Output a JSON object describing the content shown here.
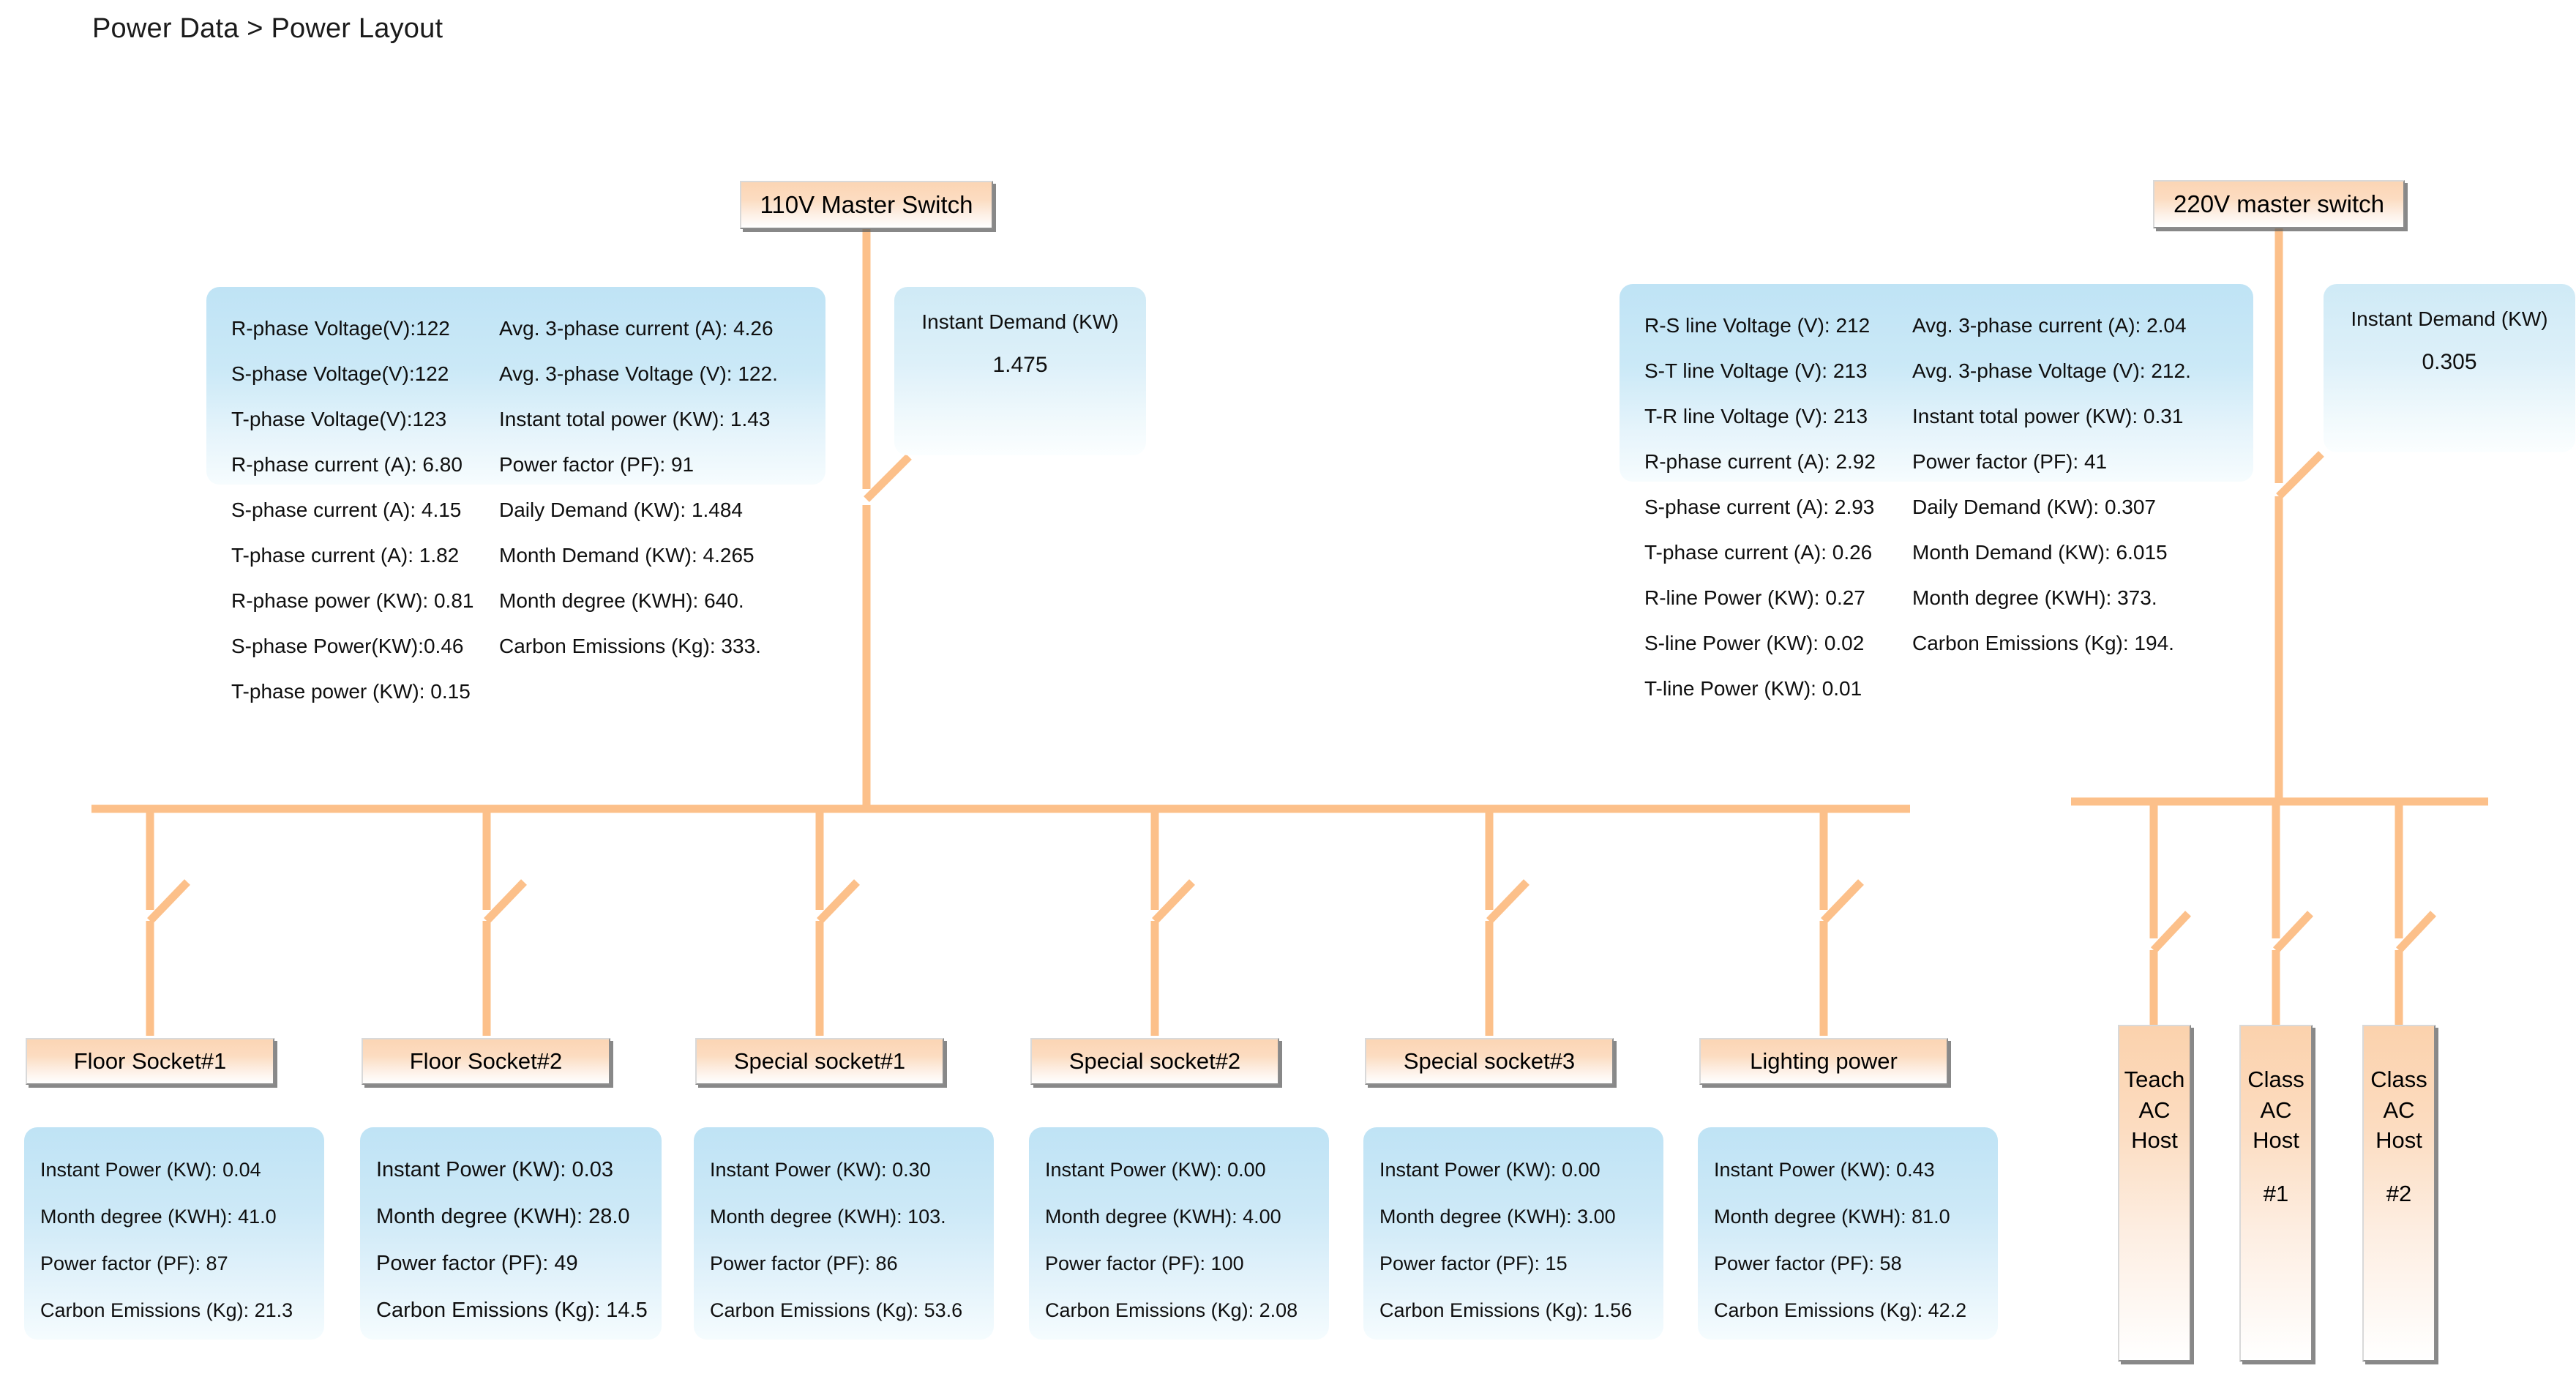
{
  "breadcrumb": "Power Data > Power Layout",
  "colors": {
    "wire": "#fcc08a",
    "node_fill": "#fbd5b4",
    "panel_fill": "#bfe3f5",
    "text": "#0f0f0f"
  },
  "masters": [
    {
      "id": "master-110v",
      "label": "110V Master Switch",
      "metrics_left": [
        "R-phase Voltage(V):122",
        "S-phase Voltage(V):122",
        "T-phase Voltage(V):123",
        "R-phase current (A): 6.80",
        "S-phase current (A): 4.15",
        "T-phase current (A): 1.82",
        "R-phase power (KW): 0.81",
        "S-phase Power(KW):0.46",
        "T-phase power (KW): 0.15"
      ],
      "metrics_right": [
        "Avg. 3-phase current (A): 4.26",
        "Avg. 3-phase Voltage (V): 122.",
        "Instant total power (KW): 1.43",
        "Power factor (PF): 91",
        "Daily Demand (KW): 1.484",
        "Month Demand (KW): 4.265",
        "Month degree (KWH): 640.",
        "Carbon Emissions (Kg): 333."
      ],
      "demand_label": "Instant Demand (KW)",
      "demand_value": "1.475"
    },
    {
      "id": "master-220v",
      "label": "220V master switch",
      "metrics_left": [
        "R-S line Voltage (V): 212",
        "S-T line Voltage (V): 213",
        "T-R line Voltage (V): 213",
        "R-phase current (A): 2.92",
        "S-phase current (A): 2.93",
        "T-phase current (A): 0.26",
        "R-line Power (KW): 0.27",
        "S-line Power (KW): 0.02",
        "T-line Power (KW): 0.01"
      ],
      "metrics_right": [
        "Avg. 3-phase current (A): 2.04",
        "Avg. 3-phase Voltage (V): 212.",
        "Instant total power (KW): 0.31",
        "Power factor (PF): 41",
        "Daily Demand (KW): 0.307",
        "Month Demand (KW): 6.015",
        "Month degree (KWH): 373.",
        "Carbon Emissions (Kg): 194."
      ],
      "demand_label": "Instant Demand (KW)",
      "demand_value": "0.305"
    }
  ],
  "branches": [
    {
      "id": "floor-socket-1",
      "label": "Floor Socket#1",
      "emphasis": false,
      "metrics": [
        "Instant Power (KW): 0.04",
        "Month degree (KWH): 41.0",
        "Power factor (PF): 87",
        "Carbon Emissions (Kg): 21.3"
      ]
    },
    {
      "id": "floor-socket-2",
      "label": "Floor Socket#2",
      "emphasis": true,
      "metrics": [
        "Instant Power (KW): 0.03",
        "Month degree (KWH): 28.0",
        "Power factor (PF): 49",
        "Carbon Emissions (Kg): 14.5"
      ]
    },
    {
      "id": "special-socket-1",
      "label": "Special socket#1",
      "emphasis": false,
      "metrics": [
        "Instant Power (KW): 0.30",
        "Month degree (KWH): 103.",
        "Power factor (PF): 86",
        "Carbon Emissions (Kg): 53.6"
      ]
    },
    {
      "id": "special-socket-2",
      "label": "Special socket#2",
      "emphasis": false,
      "metrics": [
        "Instant Power (KW): 0.00",
        "Month degree (KWH): 4.00",
        "Power factor (PF): 100",
        "Carbon Emissions (Kg): 2.08"
      ]
    },
    {
      "id": "special-socket-3",
      "label": "Special socket#3",
      "emphasis": false,
      "metrics": [
        "Instant Power (KW): 0.00",
        "Month degree (KWH): 3.00",
        "Power factor (PF): 15",
        "Carbon Emissions (Kg): 1.56"
      ]
    },
    {
      "id": "lighting-power",
      "label": "Lighting power",
      "emphasis": false,
      "metrics": [
        "Instant Power (KW): 0.43",
        "Month degree (KWH): 81.0",
        "Power factor (PF): 58",
        "Carbon Emissions (Kg): 42.2"
      ]
    }
  ],
  "hosts": [
    {
      "id": "teach-ac-host",
      "line1": "Teach",
      "line2": "AC",
      "line3": "Host",
      "number": ""
    },
    {
      "id": "class-ac-host-1",
      "line1": "Class",
      "line2": "AC",
      "line3": "Host",
      "number": "#1"
    },
    {
      "id": "class-ac-host-2",
      "line1": "Class",
      "line2": "AC",
      "line3": "Host",
      "number": "#2"
    }
  ]
}
